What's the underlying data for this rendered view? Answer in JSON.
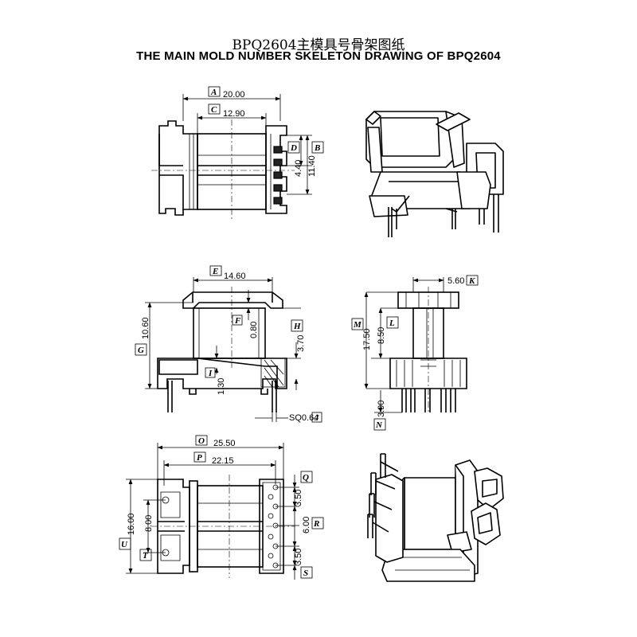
{
  "title_cn": "BPQ2604主模具号骨架图纸",
  "title_en": "THE MAIN MOLD NUMBER SKELETON DRAWING OF BPQ2604",
  "dims": {
    "A": "20.00",
    "C": "12.90",
    "D": "4.40",
    "B": "11.40",
    "E": "14.60",
    "F": "0.80",
    "G": "10.60",
    "H": "3.70",
    "I": "1.30",
    "J": "SQ0.64",
    "K": "5.60",
    "L": "8.50",
    "M": "17.50",
    "N": "3.90",
    "O": "25.50",
    "P": "22.15",
    "Q": "3.50",
    "R": "6.00",
    "S": "3.50",
    "U": "16.00",
    "T": "8.00"
  },
  "labels": [
    "A",
    "B",
    "C",
    "D",
    "E",
    "F",
    "G",
    "H",
    "I",
    "J",
    "K",
    "L",
    "M",
    "N",
    "O",
    "P",
    "Q",
    "R",
    "S",
    "T",
    "U"
  ]
}
